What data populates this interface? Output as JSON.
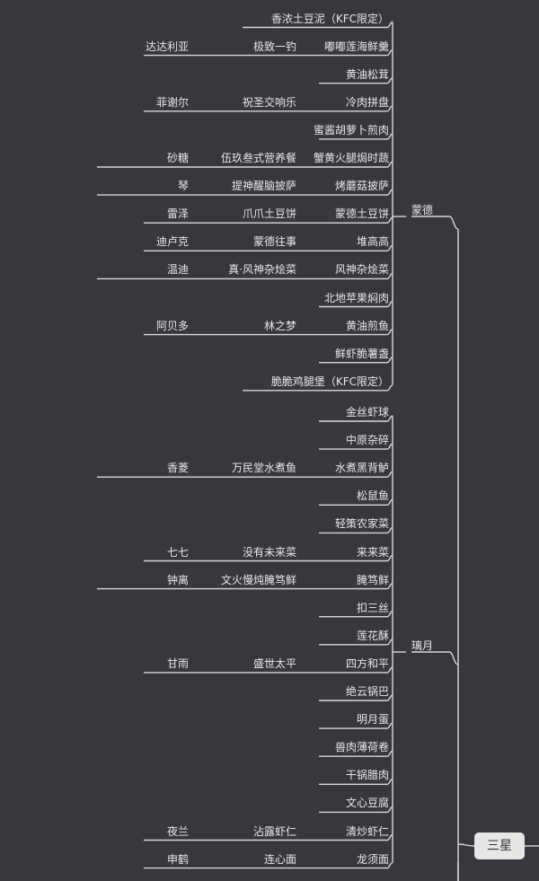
{
  "root": {
    "label": "三星"
  },
  "groups": [
    {
      "label": "蒙德",
      "rows": [
        [
          "香浓土豆泥（KFC限定）"
        ],
        [
          "嘟嘟莲海鲜羹",
          "极致一钓",
          "达达利亚"
        ],
        [
          "黄油松茸"
        ],
        [
          "冷肉拼盘",
          "祝圣交响乐",
          "菲谢尔"
        ],
        [
          "蜜酱胡萝卜煎肉"
        ],
        [
          "蟹黄火腿焗时蔬",
          "伍玖叁式营养餐",
          "砂糖"
        ],
        [
          "烤蘑菇披萨",
          "提神醒脑披萨",
          "琴"
        ],
        [
          "蒙德土豆饼",
          "爪爪土豆饼",
          "雷泽"
        ],
        [
          "堆高高",
          "蒙德往事",
          "迪卢克"
        ],
        [
          "风神杂烩菜",
          "真·风神杂烩菜",
          "温迪"
        ],
        [
          "北地苹果焖肉"
        ],
        [
          "黄油煎鱼",
          "林之梦",
          "阿贝多"
        ],
        [
          "鲜虾脆薯盏"
        ],
        [
          "脆脆鸡腿堡（KFC限定）"
        ]
      ]
    },
    {
      "label": "璃月",
      "rows": [
        [
          "金丝虾球"
        ],
        [
          "中原杂碎"
        ],
        [
          "水煮黑背鲈",
          "万民堂水煮鱼",
          "香菱"
        ],
        [
          "松鼠鱼"
        ],
        [
          "轻策农家菜"
        ],
        [
          "来来菜",
          "没有未来菜",
          "七七"
        ],
        [
          "腌笃鲜",
          "文火慢炖腌笃鲜",
          "钟离"
        ],
        [
          "扣三丝"
        ],
        [
          "莲花酥"
        ],
        [
          "四方和平",
          "盛世太平",
          "甘雨"
        ],
        [
          "绝云锅巴"
        ],
        [
          "明月蛋"
        ],
        [
          "兽肉薄荷卷"
        ],
        [
          "干锅腊肉"
        ],
        [
          "文心豆腐"
        ],
        [
          "清炒虾仁",
          "沾露虾仁",
          "夜兰"
        ],
        [
          "龙须面",
          "连心面",
          "申鹤"
        ]
      ]
    }
  ]
}
